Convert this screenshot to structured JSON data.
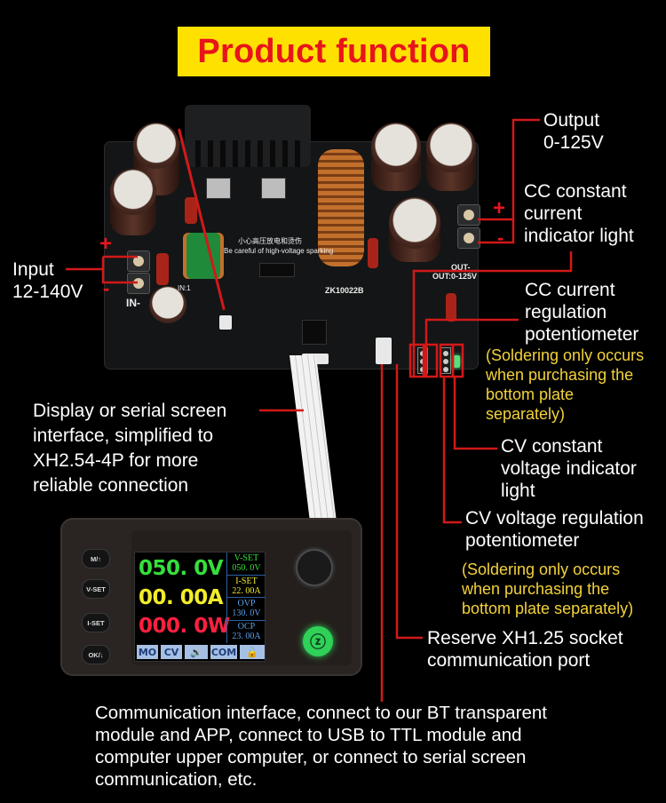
{
  "title": "Product function",
  "colors": {
    "title_bg": "#ffe100",
    "title_text": "#e8141b",
    "leader_line": "#d21919",
    "note_text": "#f3d23a",
    "label_text": "#ffffff",
    "voltage_green": "#35e03a",
    "current_yellow": "#f2ec2a",
    "power_red": "#ff2040"
  },
  "callouts": {
    "output": {
      "line1": "Output",
      "line2": "0-125V"
    },
    "input": {
      "line1": "Input",
      "line2": "12-140V",
      "plus": "+",
      "minus": "-"
    },
    "output_polarity": {
      "plus": "+",
      "minus": "-"
    },
    "cc_indicator": {
      "lines": [
        "CC constant",
        "current",
        "indicator light"
      ]
    },
    "cc_pot": {
      "lines": [
        "CC current",
        "regulation",
        "potentiometer"
      ]
    },
    "note_1": {
      "lines": [
        "(Soldering only occurs",
        "when purchasing the",
        "bottom plate",
        "separately)"
      ]
    },
    "cv_indicator": {
      "lines": [
        "CV constant",
        "voltage indicator",
        "light"
      ]
    },
    "cv_pot": {
      "lines": [
        "CV voltage regulation",
        "potentiometer"
      ]
    },
    "note_2": {
      "lines": [
        "(Soldering only occurs",
        "when purchasing the",
        "bottom plate separately)"
      ]
    },
    "reserve_port": {
      "lines": [
        "Reserve XH1.25 socket",
        "communication port"
      ]
    },
    "display_interface": {
      "lines": [
        "Display or serial screen",
        "interface, simplified to",
        "XH2.54-4P for more",
        "reliable connection"
      ]
    },
    "comm_interface": {
      "lines": [
        "Communication interface, connect to our BT transparent",
        "module and APP, connect to USB to TTL module and",
        "computer upper computer, or connect to serial screen",
        "communication, etc."
      ]
    }
  },
  "pcb": {
    "model": "ZK10022B",
    "warning_cn": "小心高压放电和烫伤",
    "warning_en": "Be careful of high-voltage sparking",
    "out_minus": "OUT-",
    "out_range": "OUT:0-125V",
    "in_minus": "IN-",
    "in_label": "IN:1"
  },
  "display": {
    "buttons": [
      "M/↑",
      "V-SET",
      "I-SET",
      "OK/↓"
    ],
    "voltage": "050. 0V",
    "current": "00. 00A",
    "power": "000. 0W",
    "side": [
      {
        "label": "V-SET",
        "value": "050. 0V"
      },
      {
        "label": "I-SET",
        "value": "22. 00A"
      },
      {
        "label": "OVP",
        "value": "130. 0V"
      },
      {
        "label": "OCP",
        "value": "23. 00A"
      }
    ],
    "status": [
      "MO",
      "CV",
      "🔊",
      "COM",
      "🔓"
    ],
    "power_icon": "ⓩ"
  },
  "icons": {
    "speaker": "speaker-icon",
    "lock": "unlock-icon",
    "power": "power-icon",
    "knob": "rotary-knob"
  }
}
